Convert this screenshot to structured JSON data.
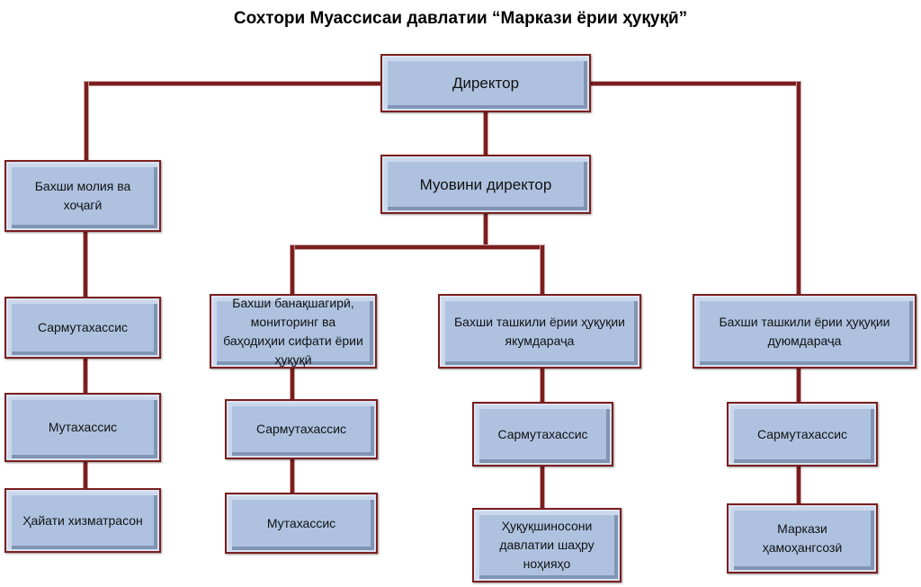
{
  "title": "Сохтори Муассисаи давлатии “Маркази ёрии ҳуқуқӣ”",
  "nodes": {
    "director": "Директор",
    "deputy": "Муовини директор",
    "finance": "Бахши молия ва хоҷагӣ",
    "finance_senior": "Сармутахассис",
    "finance_specialist": "Мутахассис",
    "finance_service": "Ҳайати хизматрасон",
    "monitoring": "Бахши банақшагирӣ, мониторинг ва баҳодиҳии сифати ёрии ҳуқуқӣ",
    "monitoring_senior": "Сармутахассис",
    "monitoring_specialist": "Мутахассис",
    "primary": "Бахши ташкили ёрии ҳуқуқии якумдараҷа",
    "primary_senior": "Сармутахассис",
    "primary_lawyers": "Ҳуқуқшиносони давлатии шаҳру ноҳияҳо",
    "secondary": "Бахши ташкили ёрии ҳуқуқии дуюмдараҷа",
    "secondary_senior": "Сармутахассис",
    "secondary_coordination": "Маркази ҳамоҳангсозӣ"
  }
}
